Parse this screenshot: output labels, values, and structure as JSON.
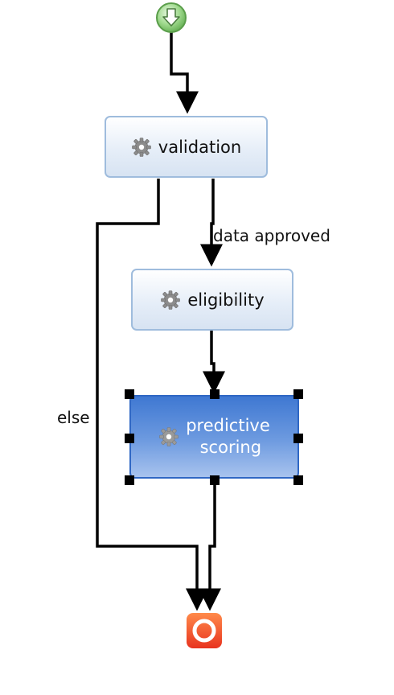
{
  "flow": {
    "start": {
      "icon": "down-arrow-start-icon",
      "color": "#7fc86f"
    },
    "nodes": {
      "validation": {
        "label": "validation",
        "icon": "gear-icon"
      },
      "eligibility": {
        "label": "eligibility",
        "icon": "gear-icon"
      },
      "predictive_scoring": {
        "label": "predictive\n scoring",
        "icon": "gear-icon",
        "selected": true
      }
    },
    "edges": {
      "data_approved": "data approved",
      "else": "else"
    },
    "end": {
      "icon": "stop-end-icon",
      "color": "#f0522a"
    }
  }
}
